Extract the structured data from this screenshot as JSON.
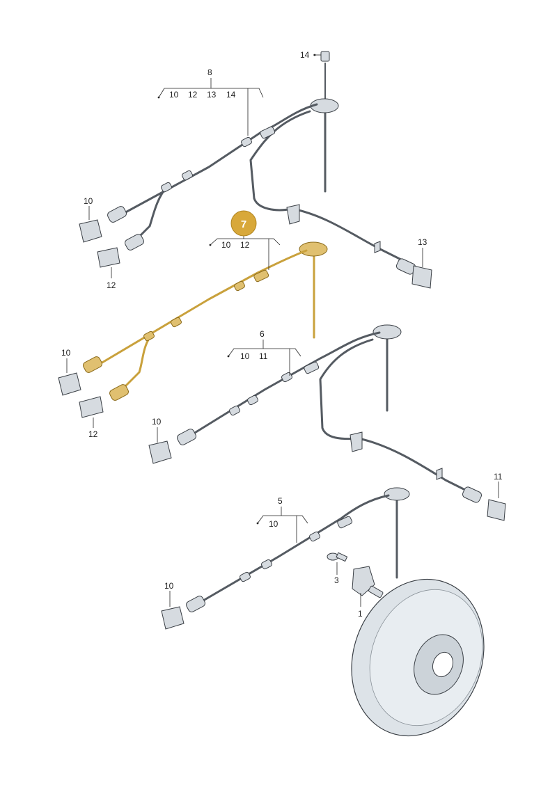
{
  "callout": {
    "label": "7",
    "color": "#d8a83a"
  },
  "colors": {
    "highlight": "#c9a13c",
    "highlight_edge": "#8a6a1a",
    "cable": "#555b62",
    "part_fill": "#d6dbe0",
    "disc_fill": "#dde3e8"
  },
  "labels": {
    "p14": "14",
    "p8": "8",
    "b8": [
      "10",
      "12",
      "13",
      "14"
    ],
    "p10a": "10",
    "p12a": "12",
    "p13": "13",
    "b7": [
      "10",
      "12"
    ],
    "p10b": "10",
    "p12b": "12",
    "p6": "6",
    "b6": [
      "10",
      "11"
    ],
    "p10c": "10",
    "p11": "11",
    "p5": "5",
    "b5": [
      "10"
    ],
    "p10d": "10",
    "p3": "3",
    "p1": "1"
  },
  "icons": [
    "plug-connector",
    "square-connector",
    "grommet",
    "clip-bracket",
    "bolt",
    "rpm-sensor",
    "brake-disc"
  ]
}
